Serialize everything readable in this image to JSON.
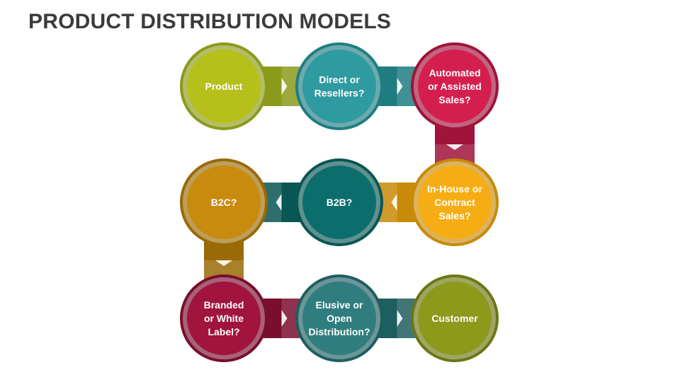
{
  "title": "PRODUCT DISTRIBUTION MODELS",
  "nodes": [
    {
      "id": "product",
      "lines": [
        "Product"
      ],
      "color": "#b5c01b",
      "ring": "#8b9a1a"
    },
    {
      "id": "direct-or-resellers",
      "lines": [
        "Direct or",
        "Resellers?"
      ],
      "color": "#2e9ba0",
      "ring": "#1f7d82"
    },
    {
      "id": "automated-or-assisted",
      "lines": [
        "Automated",
        "or Assisted",
        "Sales?"
      ],
      "color": "#d41f4e",
      "ring": "#a0133a"
    },
    {
      "id": "in-house-or-contract",
      "lines": [
        "In-House or",
        "Contract",
        "Sales?"
      ],
      "color": "#f6ad14",
      "ring": "#c88a08"
    },
    {
      "id": "b2b",
      "lines": [
        "B2B?"
      ],
      "color": "#0c6e6c",
      "ring": "#095654"
    },
    {
      "id": "b2c",
      "lines": [
        "B2C?"
      ],
      "color": "#c88b0e",
      "ring": "#9a6a06"
    },
    {
      "id": "branded-or-white-label",
      "lines": [
        "Branded",
        "or White",
        "Label?"
      ],
      "color": "#a0143e",
      "ring": "#7a0e2e"
    },
    {
      "id": "elusive-or-open",
      "lines": [
        "Elusive or",
        "Open",
        "Distribution?"
      ],
      "color": "#2f7d7f",
      "ring": "#1e5e60"
    },
    {
      "id": "customer",
      "lines": [
        "Customer"
      ],
      "color": "#8c991a",
      "ring": "#6c7712"
    }
  ],
  "connector_colors": [
    "#8b9a1a",
    "#1f7d82",
    "#a0133a",
    "#c88a08",
    "#095654",
    "#9a6a06",
    "#7a0e2e",
    "#1e5e60"
  ]
}
